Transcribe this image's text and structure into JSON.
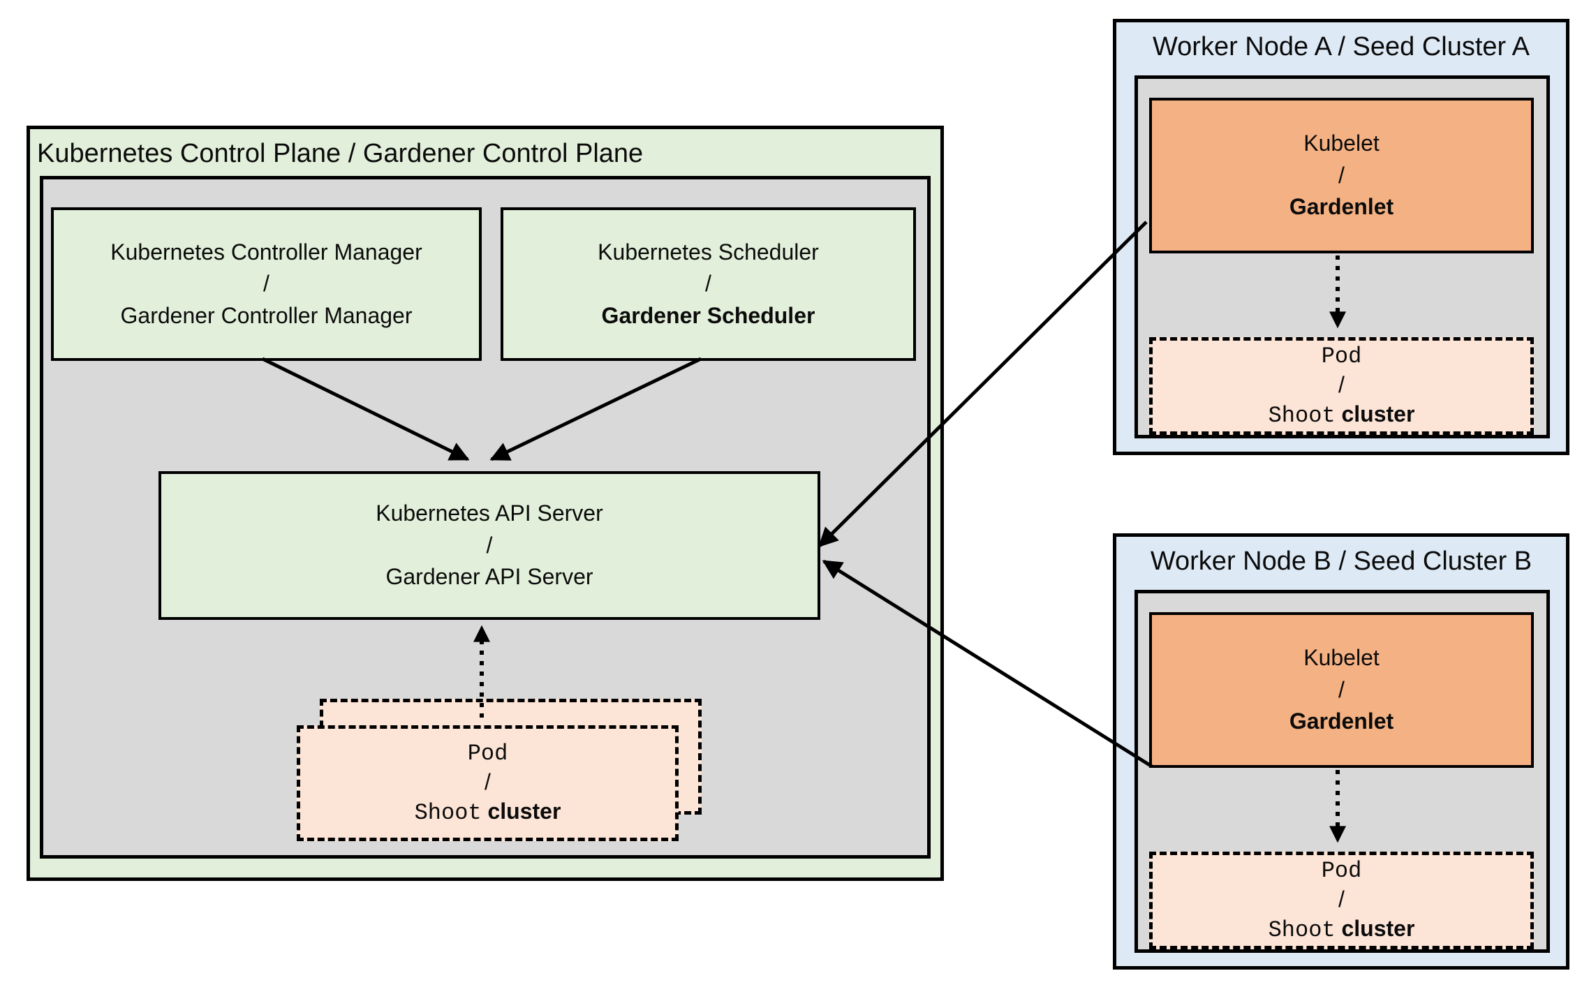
{
  "colors": {
    "green": "#e2efda",
    "gray": "#d9d9d9",
    "blue": "#dde9f5",
    "orange": "#f4b183",
    "peach": "#fce4d6",
    "border": "#000000"
  },
  "control_plane": {
    "title": "Kubernetes Control Plane / Gardener Control Plane",
    "controller_manager": {
      "kubernetes": "Kubernetes Controller Manager",
      "separator": "/",
      "gardener": "Gardener Controller Manager"
    },
    "scheduler": {
      "kubernetes": "Kubernetes Scheduler",
      "separator": "/",
      "gardener": "Gardener Scheduler"
    },
    "api_server": {
      "kubernetes": "Kubernetes API Server",
      "separator": "/",
      "gardener": "Gardener API Server"
    },
    "pod_stack": {
      "pod": "Pod",
      "separator": "/",
      "shoot": "Shoot",
      "cluster": "cluster"
    }
  },
  "worker_node_a": {
    "title": "Worker Node A / Seed Cluster A",
    "kubelet": {
      "kubelet": "Kubelet",
      "separator": "/",
      "gardenlet": "Gardenlet"
    },
    "pod": {
      "pod": "Pod",
      "separator": "/",
      "shoot": "Shoot",
      "cluster": "cluster"
    }
  },
  "worker_node_b": {
    "title": "Worker Node B / Seed Cluster B",
    "kubelet": {
      "kubelet": "Kubelet",
      "separator": "/",
      "gardenlet": "Gardenlet"
    },
    "pod": {
      "pod": "Pod",
      "separator": "/",
      "shoot": "Shoot",
      "cluster": "cluster"
    }
  }
}
